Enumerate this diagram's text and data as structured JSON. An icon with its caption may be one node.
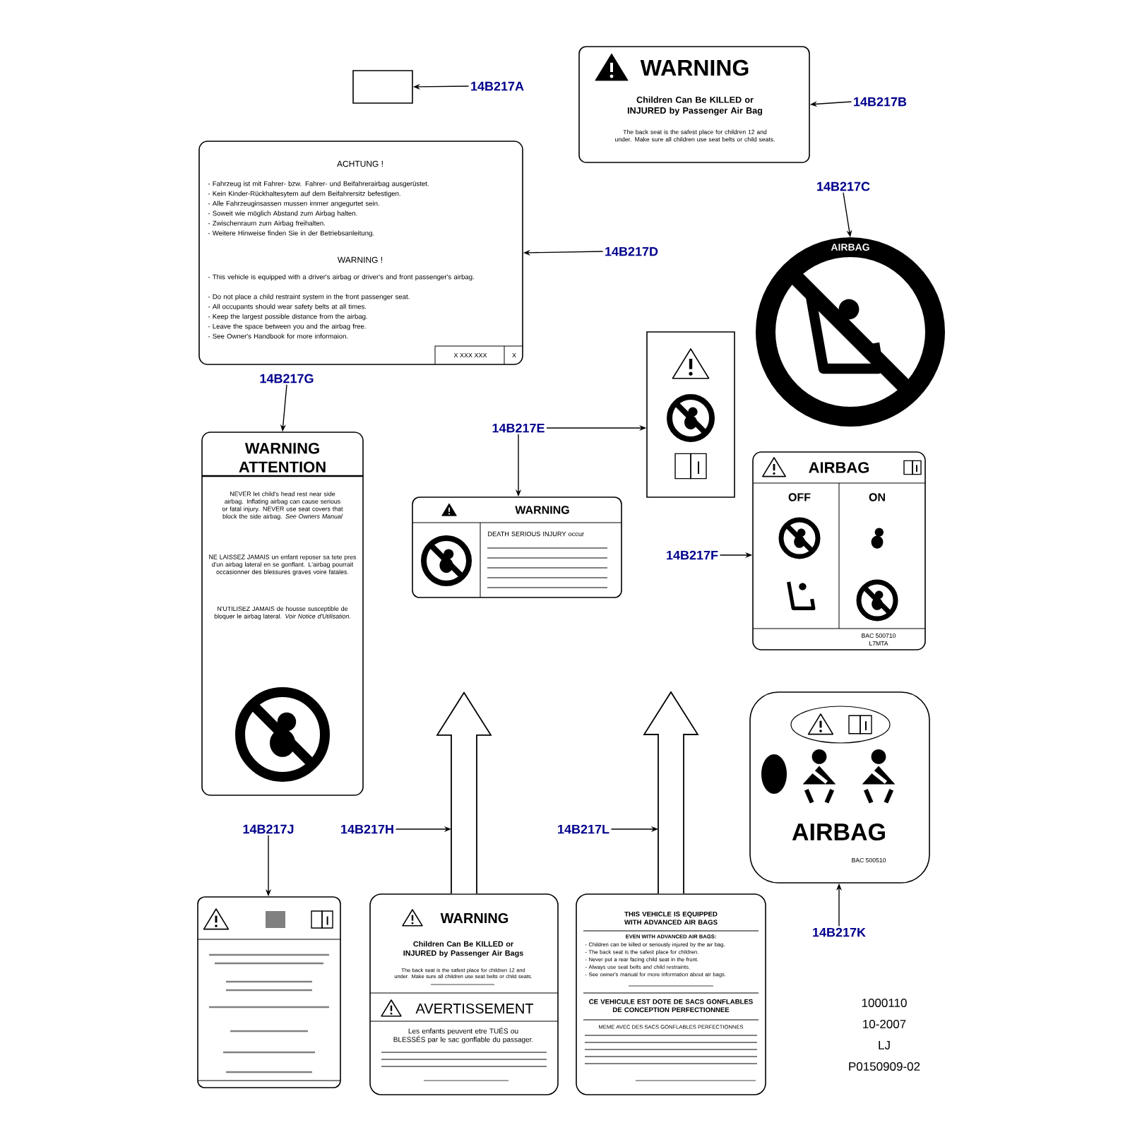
{
  "diagram": {
    "nodes": [
      {
        "text": [],
        "shape": "box"
      },
      {
        "text": [
          "14B217A"
        ]
      },
      {
        "text": [
          "WARNING",
          "Children Can Be KILLED or INJURED by Passenger Air Bag",
          "The back seat is the safest place for children 12 and under. Make sure all children use seat belts or child seats."
        ]
      },
      {
        "text": [
          "14B217B"
        ]
      },
      {
        "text": [
          "14B217C"
        ]
      },
      {
        "text": [
          "AIRBAG"
        ]
      },
      {
        "text": [
          "ACHTUNG !",
          "- Fahrzeug ist mit Fahrer- bzw. Fahrer- und Beifahrerairbag ausgerüstet.",
          "- Kein Kinder-Rückhaltesytem auf dem Beifahrersitz befestigen.",
          "- Alle Fahrzeuginsassen mussen immer angegurtet sein.",
          "- Soweit wie möglich Abstand zum Airbag halten.",
          "- Zwischenraum zum Airbag freihalten.",
          "- Weitere Hinweise finden Sie in der Betriebsanleitung.",
          "WARNING !",
          "- This vehicle is equipped with a driver's airbag or driver's and front passenger's airbag.",
          "- Do not place a child restraint system in the front passenger seat.",
          "- All occupants should wear safety belts at all times.",
          "- Keep the largest possible distance from the airbag.",
          "- Leave the space between you and the airbag free.",
          "- See Owner's Handbook for more informaion.",
          "X XXX XXX",
          "X"
        ]
      },
      {
        "text": [
          "14B217D"
        ]
      },
      {
        "text": [
          "14B217G"
        ]
      },
      {
        "text": [
          "WARNING ATTENTION",
          "NEVER let child's head rest near side airbag. Inflating airbag can cause serious or fatal injury. NEVER use seat covers that block the side airbag. *See Owners Manual*",
          "NE LAISSEZ JAMAIS un enfant reposer sa tete pres d'un airbag lateral en se gonflant. L'airbag pourrait occasionner des blessures graves voire fatales.",
          "N'UTILISEZ JAMAIS de housse susceptible de bloquer le airbag lateral. *Voir Notice d'Utilisation.*"
        ]
      },
      {
        "text": [
          "14B217E"
        ]
      },
      {
        "text": [],
        "shape": "picture"
      },
      {
        "text": [
          "WARNING",
          "DEATH SERIOUS INJURY occur"
        ]
      },
      {
        "text": [
          "14B217F"
        ]
      },
      {
        "text": [
          "AIRBAG",
          "OFF",
          "ON",
          "BAC 500710",
          "L7MTA"
        ]
      },
      {
        "text": [
          "AIRBAG",
          "BAC 500510"
        ]
      },
      {
        "text": [
          "14B217K"
        ]
      },
      {
        "text": [
          "14B217J"
        ]
      },
      {
        "text": [
          "14B217H"
        ]
      },
      {
        "text": [
          "14B217L"
        ]
      },
      {
        "text": [],
        "shape": "picture"
      },
      {
        "text": [
          "WARNING",
          "Children Can Be KILLED or INJURED by Passenger Air Bags",
          "The back seat is the safest place for children 12 and under. Make sure all children use seat belts or child seats.",
          "AVERTISSEMENT",
          "Les enfants peuvent etre TUÉS ou BLESSÉS par le sac gonflable du passager."
        ]
      },
      {
        "text": [
          "THIS VEHICLE IS EQUIPPED WITH ADVANCED AIR BAGS",
          "EVEN WITH ADVANCED AIR BAGS:",
          "- Children can be killed or seriously injured by the air bag.",
          "- The back seat is the safest place for children.",
          "- Never put a rear facing child seat in the front.",
          "- Always use seat belts and child restraints.",
          "- See owner's manual for more information about air bags.",
          "CE VEHICULE EST DOTE DE SACS GONFLABLES DE CONCEPTION PERFECTIONNEE",
          "MEME AVEC DES SACS GONFLABLES PERFECTIONNES"
        ]
      }
    ],
    "edges": [
      {
        "from": 1,
        "to": 0,
        "arrow": "to"
      },
      {
        "from": 3,
        "to": 2,
        "arrow": "to"
      },
      {
        "from": 4,
        "to": 5,
        "arrow": "to"
      },
      {
        "from": 7,
        "to": 6,
        "arrow": "to"
      },
      {
        "from": 8,
        "to": 9,
        "arrow": "to"
      },
      {
        "from": 10,
        "to": 11,
        "arrow": "to"
      },
      {
        "from": 10,
        "to": 12,
        "arrow": "to"
      },
      {
        "from": 13,
        "to": 14,
        "arrow": "to"
      },
      {
        "from": 16,
        "to": 15,
        "arrow": "to"
      },
      {
        "from": 17,
        "to": 20,
        "arrow": "to"
      },
      {
        "from": 18,
        "to": null,
        "arrow": "to"
      },
      {
        "from": 19,
        "to": null,
        "arrow": "to"
      },
      {
        "from": 21,
        "to": 12,
        "arrow": "to",
        "style": "thick"
      },
      {
        "from": 22,
        "to": null,
        "arrow": "to",
        "style": "thick"
      }
    ],
    "labels": [
      "1000110",
      "10-2007",
      "LJ",
      "P0150909-02"
    ]
  }
}
